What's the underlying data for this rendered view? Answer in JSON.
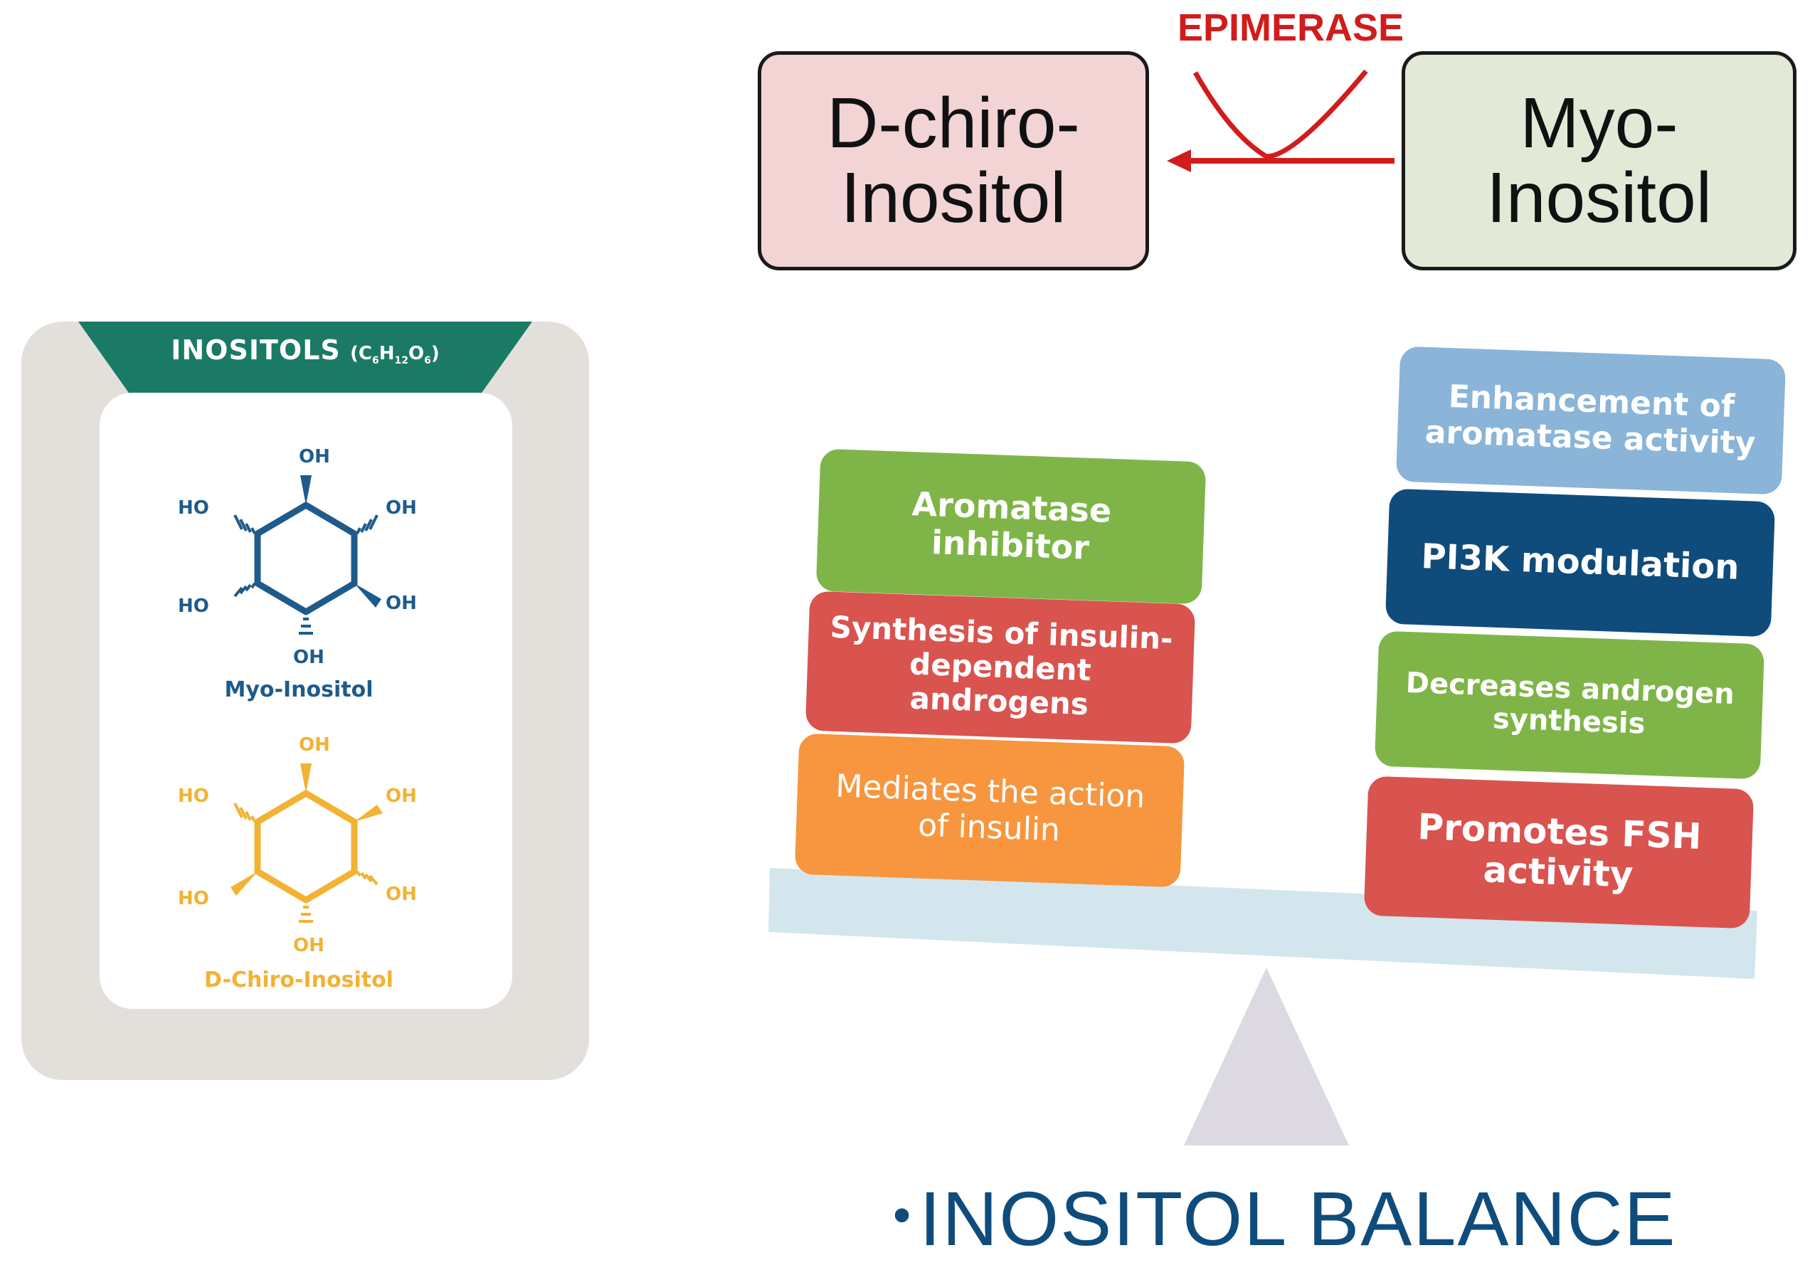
{
  "colors": {
    "card_frame": "#e3e0dc",
    "banner": "#1a7a66",
    "myo_blue": "#1e5b8c",
    "dchiro_gold": "#f2b233",
    "epimerase_red": "#d11c1c",
    "dchiro_box": "#f2d4d5",
    "myo_box": "#e2ead7",
    "tile_green": "#7fb548",
    "tile_red": "#d9534f",
    "tile_orange": "#f7963e",
    "tile_lightblue": "#8ab4d8",
    "tile_navy": "#0f4c7c",
    "beam": "#d3e6ee",
    "fulcrum": "#dcd9e3"
  },
  "card": {
    "title": "INOSITOLS",
    "formula": {
      "c": "C",
      "c_sub": "6",
      "h": "H",
      "h_sub": "12",
      "o": "O",
      "o_sub": "6"
    },
    "myo": {
      "caption": "Myo-Inositol",
      "labels": {
        "top": "OH",
        "upper_left": "HO",
        "upper_right": "OH",
        "lower_left": "HO",
        "lower_right": "OH",
        "bottom": "OH"
      }
    },
    "dchiro": {
      "caption": "D-Chiro-Inositol",
      "labels": {
        "top": "OH",
        "upper_left": "HO",
        "upper_right": "OH",
        "lower_left": "HO",
        "lower_right": "OH",
        "bottom": "OH"
      }
    }
  },
  "reaction": {
    "enzyme": "EPIMERASE",
    "product": {
      "line1": "D-chiro-",
      "line2": "Inositol"
    },
    "substrate": {
      "line1": "Myo-",
      "line2": "Inositol"
    }
  },
  "balance": {
    "left_tiles": [
      {
        "line1": "Aromatase",
        "line2": "inhibitor"
      },
      {
        "line1": "Synthesis of insulin-",
        "line2": "dependent",
        "line3": "androgens"
      },
      {
        "line1": "Mediates the action",
        "line2": "of insulin"
      }
    ],
    "right_tiles": [
      {
        "line1": "Enhancement of",
        "line2": "aromatase activity"
      },
      {
        "line1": "PI3K modulation"
      },
      {
        "line1": "Decreases androgen",
        "line2": "synthesis"
      },
      {
        "line1": "Promotes FSH",
        "line2": "activity"
      }
    ],
    "caption_bullet": "•",
    "caption": "INOSITOL BALANCE"
  }
}
